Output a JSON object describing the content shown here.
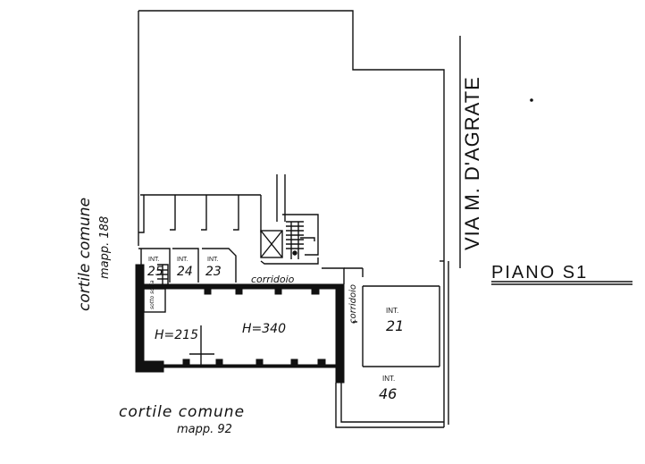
{
  "plan": {
    "street": "VIA M. D'AGRATE",
    "floor_title": "PIANO S1",
    "courtyard_left": {
      "line1": "cortile comune",
      "line2": "mapp. 188"
    },
    "courtyard_bottom": {
      "line1": "cortile comune",
      "line2": "mapp. 92"
    },
    "corridor_top": "corridoio",
    "corridor_side": "corridoio",
    "sotto_scala": "sotto scala",
    "heights": {
      "left": "H=215",
      "main": "H=340"
    },
    "units": [
      {
        "int": "INT.",
        "num": "25"
      },
      {
        "int": "INT.",
        "num": "24"
      },
      {
        "int": "INT.",
        "num": "23"
      },
      {
        "int": "INT.",
        "num": "21"
      },
      {
        "int": "INT.",
        "num": "46"
      }
    ]
  }
}
